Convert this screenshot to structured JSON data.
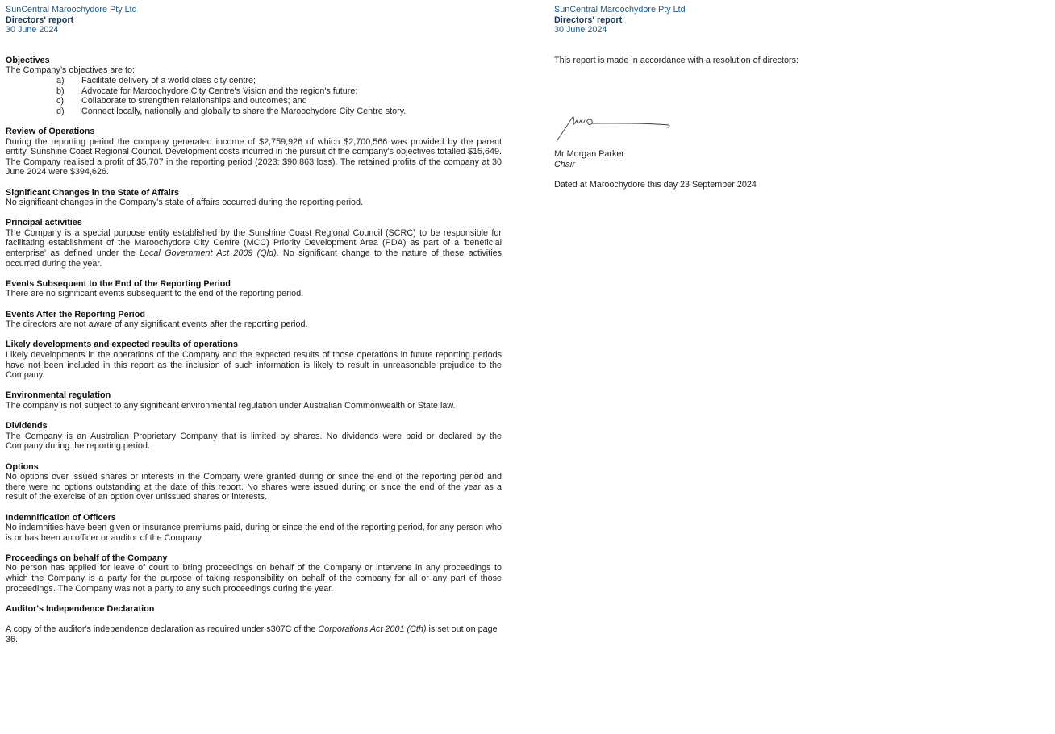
{
  "left": {
    "header": {
      "company": "SunCentral Maroochydore Pty Ltd",
      "title": "Directors' report",
      "date": "30 June 2024"
    },
    "objectives": {
      "title": "Objectives",
      "intro": "The Company’s objectives are to:",
      "items": [
        {
          "letter": "a)",
          "text": "Facilitate delivery of a world class city centre;"
        },
        {
          "letter": "b)",
          "text": "Advocate for Maroochydore City Centre's Vision and the region's future;"
        },
        {
          "letter": "c)",
          "text": "Collaborate to strengthen relationships and outcomes; and"
        },
        {
          "letter": "d)",
          "text": "Connect locally, nationally and globally to share the Maroochydore City Centre story."
        }
      ]
    },
    "review": {
      "title": "Review of Operations",
      "text": "During the reporting period the company generated income of $2,759,926 of which $2,700,566 was provided by the parent entity, Sunshine Coast Regional Council. Development costs incurred in the pursuit of the company's objectives totalled $15,649. The Company realised a profit of $5,707 in the reporting period (2023: $90,863 loss). The retained profits of the company at 30 June 2024 were $394,626."
    },
    "changes": {
      "title": "Significant Changes in the State of Affairs",
      "text": "No significant changes in the Company's state of affairs occurred during the reporting period."
    },
    "principal": {
      "title": "Principal activities",
      "text_a": "The Company is a special purpose entity established by the Sunshine Coast Regional Council (SCRC) to be responsible for facilitating establishment of the Maroochydore City Centre (MCC) Priority Development Area (PDA) as part of a 'beneficial enterprise' as defined under the ",
      "text_italic": "Local Government Act 2009 (Qld)",
      "text_b": ". No significant change to the nature of these activities occurred during the year."
    },
    "subsequent": {
      "title": "Events Subsequent to the End of the Reporting Period",
      "text": "There are no significant events subsequent to the end of the reporting period."
    },
    "after": {
      "title": "Events After the Reporting Period",
      "text": "The directors are not aware of any significant events after the reporting period."
    },
    "likely": {
      "title": "Likely developments and expected results of operations",
      "text": "Likely developments in the operations of the Company and the expected results of those operations in future reporting periods have not been included in this report as the inclusion of such information is likely to result in unreasonable prejudice to the Company."
    },
    "environmental": {
      "title": "Environmental regulation",
      "text": "The company is not subject to any significant environmental regulation under Australian Commonwealth or State law."
    },
    "dividends": {
      "title": "Dividends",
      "text": "The Company is an Australian Proprietary Company that is limited by shares. No dividends were paid or declared by the Company during the reporting period."
    },
    "options": {
      "title": "Options",
      "text": "No options over issued shares or interests in the Company were granted during or since the end of the reporting period and there were no options outstanding at the date of this report. No shares were issued during or since the end of the year as a result of the exercise of an option over unissued shares or interests."
    },
    "indemnification": {
      "title": "Indemnification of Officers",
      "text": "No indemnities have been given or insurance premiums paid, during or since the end of the reporting period, for any person who is or has been an officer or auditor of the Company."
    },
    "proceedings": {
      "title": "Proceedings on behalf of the Company",
      "text": "No person has applied for leave of court to bring proceedings on behalf of the Company or intervene in any proceedings to which the Company is a party for the purpose of taking responsibility on behalf of the company for all or any part of those proceedings. The Company was not a party to any such proceedings during the year."
    },
    "auditor": {
      "title": "Auditor's Independence Declaration",
      "text_a": "A copy of the auditor's independence declaration as required under s307C of the ",
      "text_italic": "Corporations Act 2001 (Cth)",
      "text_b": " is set out on page 36."
    }
  },
  "right": {
    "header": {
      "company": "SunCentral Maroochydore Pty Ltd",
      "title": "Directors' report",
      "date": "30 June 2024"
    },
    "resolution": "This report is made in accordance with a resolution of directors:",
    "signatory_name": "Mr Morgan Parker",
    "signatory_role": "Chair",
    "dated": "Dated at Maroochydore this day 23 September 2024"
  },
  "colors": {
    "header_blue": "#1f5b85",
    "header_navy": "#153a5b",
    "body_text": "#222222"
  }
}
